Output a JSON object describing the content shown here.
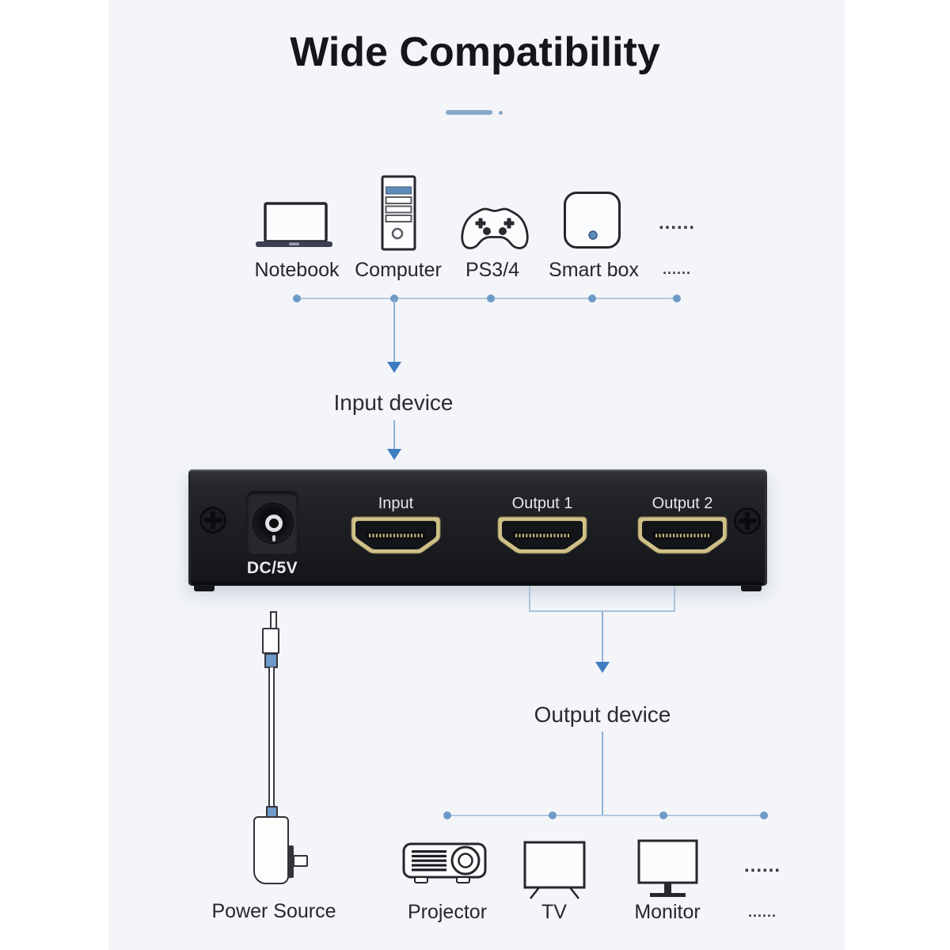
{
  "title": "Wide Compatibility",
  "input_section": {
    "flow_label": "Input device",
    "more_indicator_icons": "......",
    "more_indicator_labels": "......",
    "devices": [
      {
        "name": "Notebook",
        "icon": "laptop-icon"
      },
      {
        "name": "Computer",
        "icon": "desktop-tower-icon"
      },
      {
        "name": "PS3/4",
        "icon": "gamepad-icon"
      },
      {
        "name": "Smart box",
        "icon": "smart-box-icon"
      }
    ]
  },
  "device_panel": {
    "power_port_label": "DC/5V",
    "ports": [
      "Input",
      "Output 1",
      "Output 2"
    ]
  },
  "output_section": {
    "flow_label": "Output device",
    "more_indicator_icons": "......",
    "more_indicator_labels": "......",
    "devices": [
      {
        "name": "Projector",
        "icon": "projector-icon"
      },
      {
        "name": "TV",
        "icon": "tv-icon"
      },
      {
        "name": "Monitor",
        "icon": "monitor-icon"
      }
    ]
  },
  "power": {
    "label": "Power Source"
  },
  "colors": {
    "background": "#f3f5f9",
    "page_margin": "#ffffff",
    "accent_arrow": "#3e7cc1",
    "connector_line": "#b3c9e0",
    "connector_dot": "#6d9ac8",
    "divider": "#87a9c9",
    "panel_body": "#1e1f23",
    "hdmi_gold": "#cfc188",
    "blue_accent_fill": "#6e9bc9"
  }
}
